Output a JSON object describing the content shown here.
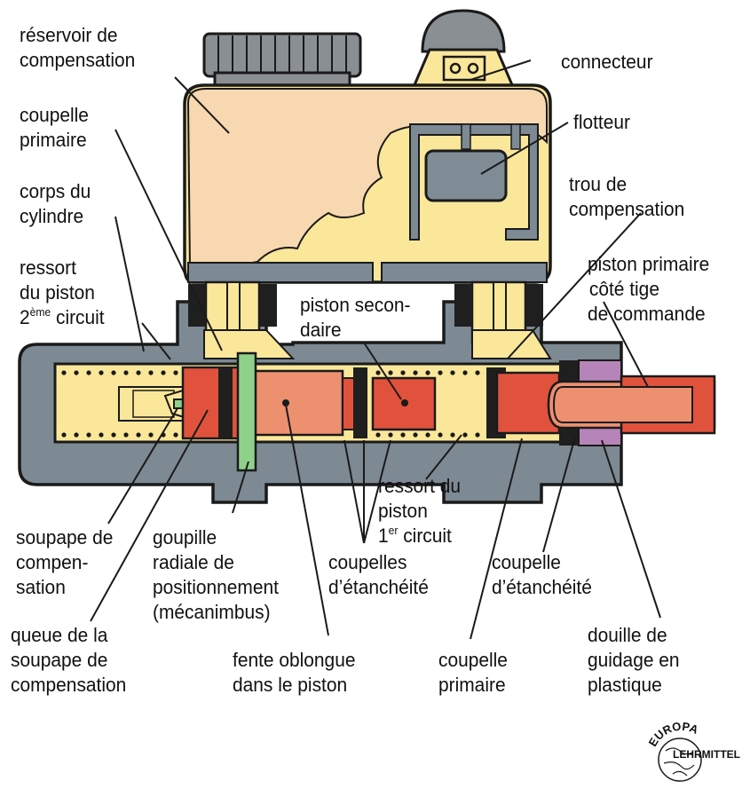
{
  "labels": {
    "reservoir": [
      "réservoir de",
      "compensation"
    ],
    "connecteur": [
      "connecteur"
    ],
    "flotteur": [
      "flotteur"
    ],
    "coupelle_primaire_top": [
      "coupelle",
      "primaire"
    ],
    "corps": [
      "corps du",
      "cylindre"
    ],
    "trou": [
      "trou de",
      "compensation"
    ],
    "piston_primaire": [
      "piston primaire",
      "côté tige",
      "de commande"
    ],
    "ressort_2": {
      "line1": "ressort",
      "line2": "du piston",
      "line3_num": "2",
      "line3_sup": "ème",
      "line3_rest": " circuit"
    },
    "piston_secondaire": [
      "piston secon-",
      "daire"
    ],
    "ressort_1": {
      "line1": "ressort du",
      "line2": "piston",
      "line3_num": "1",
      "line3_sup": "er",
      "line3_rest": " circuit"
    },
    "soupape": [
      "soupape de",
      "compen-",
      "sation"
    ],
    "goupille": [
      "goupille",
      "radiale de",
      "positionnement",
      "(mécanimbus)"
    ],
    "coupelles_etancheite": [
      "coupelles",
      "d’étanchéité"
    ],
    "coupelle_etancheite": [
      "coupelle",
      "d’étanchéité"
    ],
    "queue": [
      "queue de la",
      "soupape de",
      "compensation"
    ],
    "fente": [
      "fente oblongue",
      "dans le piston"
    ],
    "coupelle_primaire_bottom": [
      "coupelle",
      "primaire"
    ],
    "douille": [
      "douille de",
      "guidage en",
      "plastique"
    ]
  },
  "logo": {
    "top": "EUROPA",
    "bottom": "LEHRMITTEL"
  },
  "colors": {
    "body": "#7d8993",
    "reservoir": "#f8d8b0",
    "yellow": "#fbe79a",
    "red": "#e0523c",
    "orange": "#ec9070",
    "green": "#8fd18b",
    "purple": "#b684b8",
    "black": "#1f1f1f",
    "cap": "#8a8f94",
    "float": "#7f8c96"
  }
}
